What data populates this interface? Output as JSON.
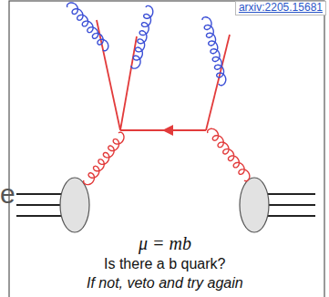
{
  "diagram": {
    "labels": [
      "arxiv:2205.15681",
      "e",
      "μ = mb",
      "Is there a b quark?",
      "If not, veto and try again"
    ]
  }
}
